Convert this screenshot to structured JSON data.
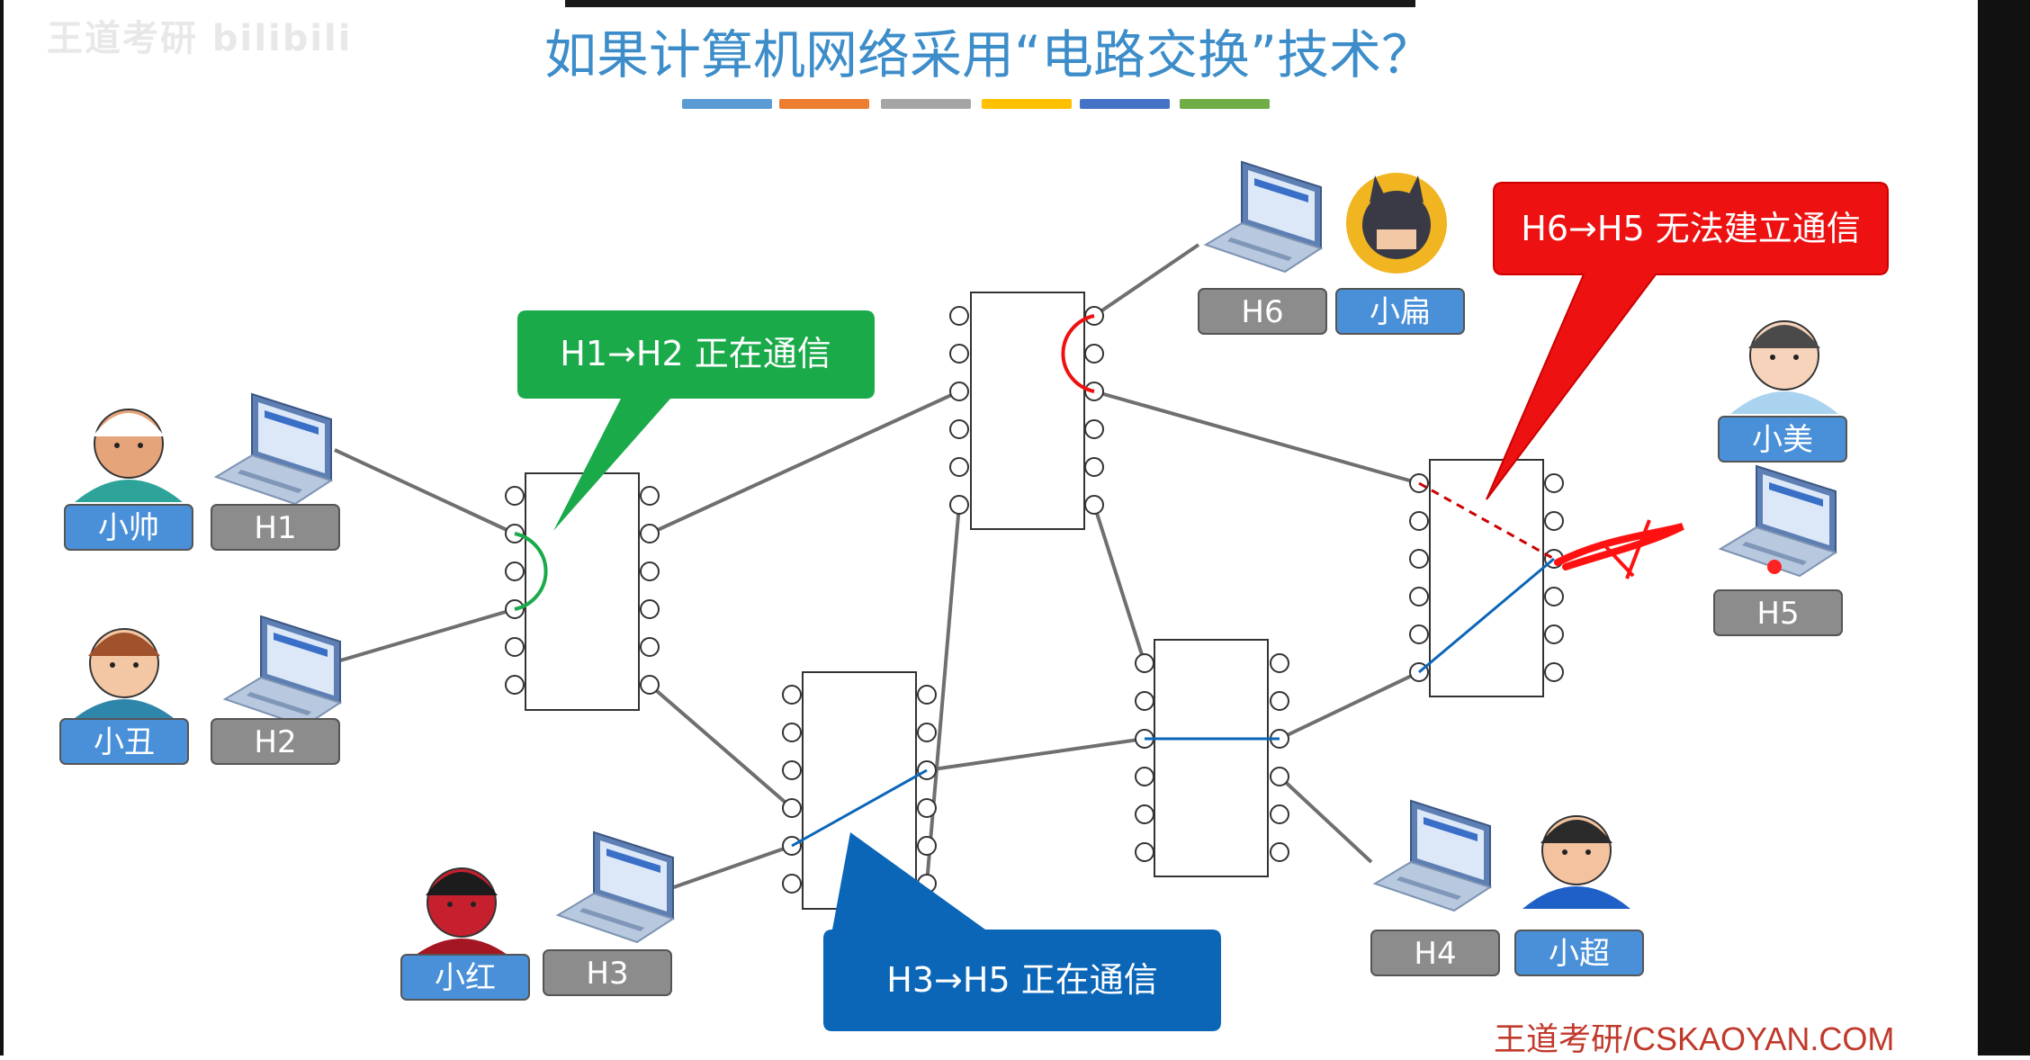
{
  "slide": {
    "title": "如果计算机网络采用“电路交换”技术？",
    "watermark": "王道考研 bilibili",
    "credit": "王道考研/CSKAOYAN.COM",
    "accent_colors": [
      "#5b9bd5",
      "#ed7d31",
      "#a5a5a5",
      "#ffc000",
      "#4472c4",
      "#70ad47"
    ]
  },
  "callouts": {
    "h1_h2": "H1→H2 正在通信",
    "h3_h5": "H3→H5 正在通信",
    "h6_h5": "H6→H5 无法建立通信"
  },
  "hosts": {
    "h1": "H1",
    "h2": "H2",
    "h3": "H3",
    "h4": "H4",
    "h5": "H5",
    "h6": "H6"
  },
  "people": {
    "xiaoshuai": "小帅",
    "xiaochou": "小丑",
    "xiaohong": "小红",
    "xiaobian": "小扁",
    "xiaomei": "小美",
    "xiaochao": "小超"
  },
  "colors": {
    "green": "#1aaa4a",
    "blue": "#0b66b8",
    "red": "#ee1111",
    "label_gray": "#8c8c8c",
    "label_blue": "#4a90d9"
  }
}
